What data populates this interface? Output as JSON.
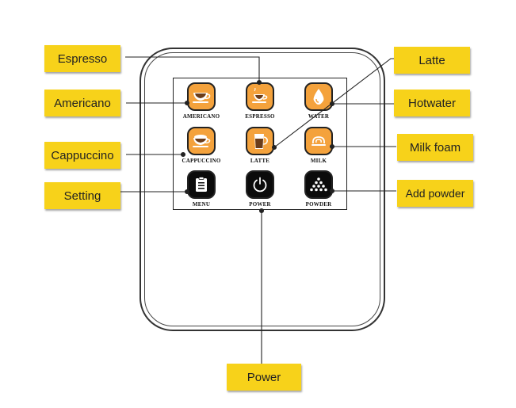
{
  "labels": {
    "espresso": "Espresso",
    "americano": "Americano",
    "cappuccino": "Cappuccino",
    "setting": "Setting",
    "latte": "Latte",
    "hotwater": "Hotwater",
    "milk_foam": "Milk foam",
    "add_powder": "Add powder",
    "power": "Power"
  },
  "buttons": {
    "americano": "AMERICANO",
    "espresso": "ESPRESSO",
    "water": "WATER",
    "cappuccino": "CAPPUCCINO",
    "latte": "LATTE",
    "milk": "MILK",
    "menu": "MENU",
    "power": "POWER",
    "powder": "POWDER"
  },
  "colors": {
    "orange_button": "#f4a23c",
    "black_button": "#0b0b0b",
    "callout": "#f7d21a"
  }
}
